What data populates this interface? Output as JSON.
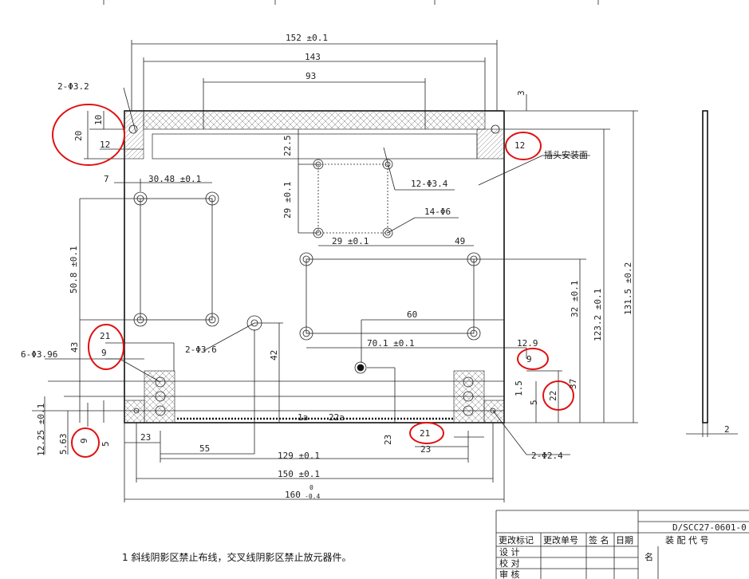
{
  "dimensions": {
    "d152": "152 ±0.1",
    "d143": "143",
    "d93": "93",
    "d3": "3",
    "holes_2_32": "2-Φ3.2",
    "d20": "20",
    "d10": "10",
    "d12_left": "12",
    "d12_right": "12",
    "connector_face": "插头安装面",
    "d22_5": "22.5",
    "d7": "7",
    "d30_48": "30.48 ±0.1",
    "holes_12_34": "12-Φ3.4",
    "d29_v": "29 ±0.1",
    "holes_14_6": "14-Φ6",
    "d29_h": "29 ±0.1",
    "d49": "49",
    "d50_8": "50.8 ±0.1",
    "d32": "32 ±0.1",
    "d123_2": "123.2 ±0.1",
    "d131_5": "131.5 ±0.2",
    "d60": "60",
    "d21_left": "21",
    "d9_left": "9",
    "holes_2_36": "2-Φ3.6",
    "d42": "42",
    "d70_1": "70.1 ±0.1",
    "d12_9": "12.9",
    "d9_right": "9",
    "d43": "43",
    "holes_6_396": "6-Φ3.96",
    "d1_5": "1.5",
    "d22_right": "22",
    "d37": "37",
    "d5_right": "5",
    "pin_1a": "1a",
    "pin_22a": "22a",
    "d12_25": "12.25 ±0.1",
    "d5_63": "5.63",
    "d9_bottom": "9",
    "d5_left": "5",
    "d23_left": "23",
    "d55": "55",
    "d23_mid": "23",
    "d21_bottom": "21",
    "d23_bottom": "23",
    "holes_2_24": "2-Φ2.4",
    "d129": "129 ±0.1",
    "d150": "150 ±0.1",
    "d160": "160",
    "d160_tol_up": "0",
    "d160_tol_low": "-0.4",
    "d2": "2"
  },
  "note": "1 斜线阴影区禁止布线，交叉线阴影区禁止放元器件。",
  "title_block": {
    "doc_code": "D/SCC27-0601-0",
    "col1": "更改标记",
    "col2": "更改单号",
    "col3": "签 名",
    "col4": "日期",
    "assembly_code": "装 配 代 号",
    "design": "设  计",
    "check": "校  对",
    "review": "审  核",
    "name": "名"
  }
}
